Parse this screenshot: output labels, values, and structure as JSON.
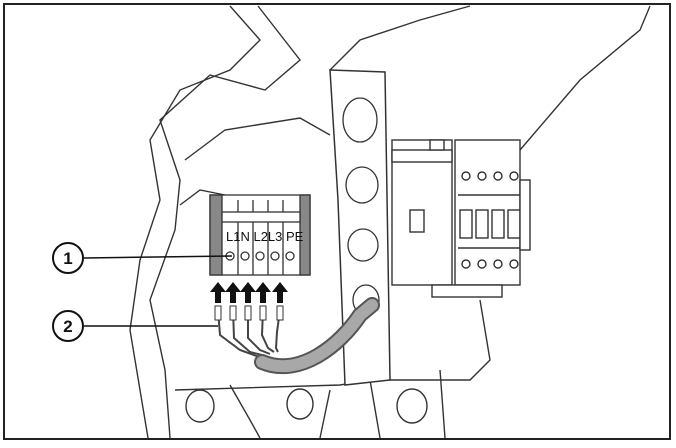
{
  "figure": {
    "terminal_label": "L1N L2L3",
    "pe_label": "PE",
    "callouts": [
      {
        "number": "1"
      },
      {
        "number": "2"
      }
    ]
  }
}
